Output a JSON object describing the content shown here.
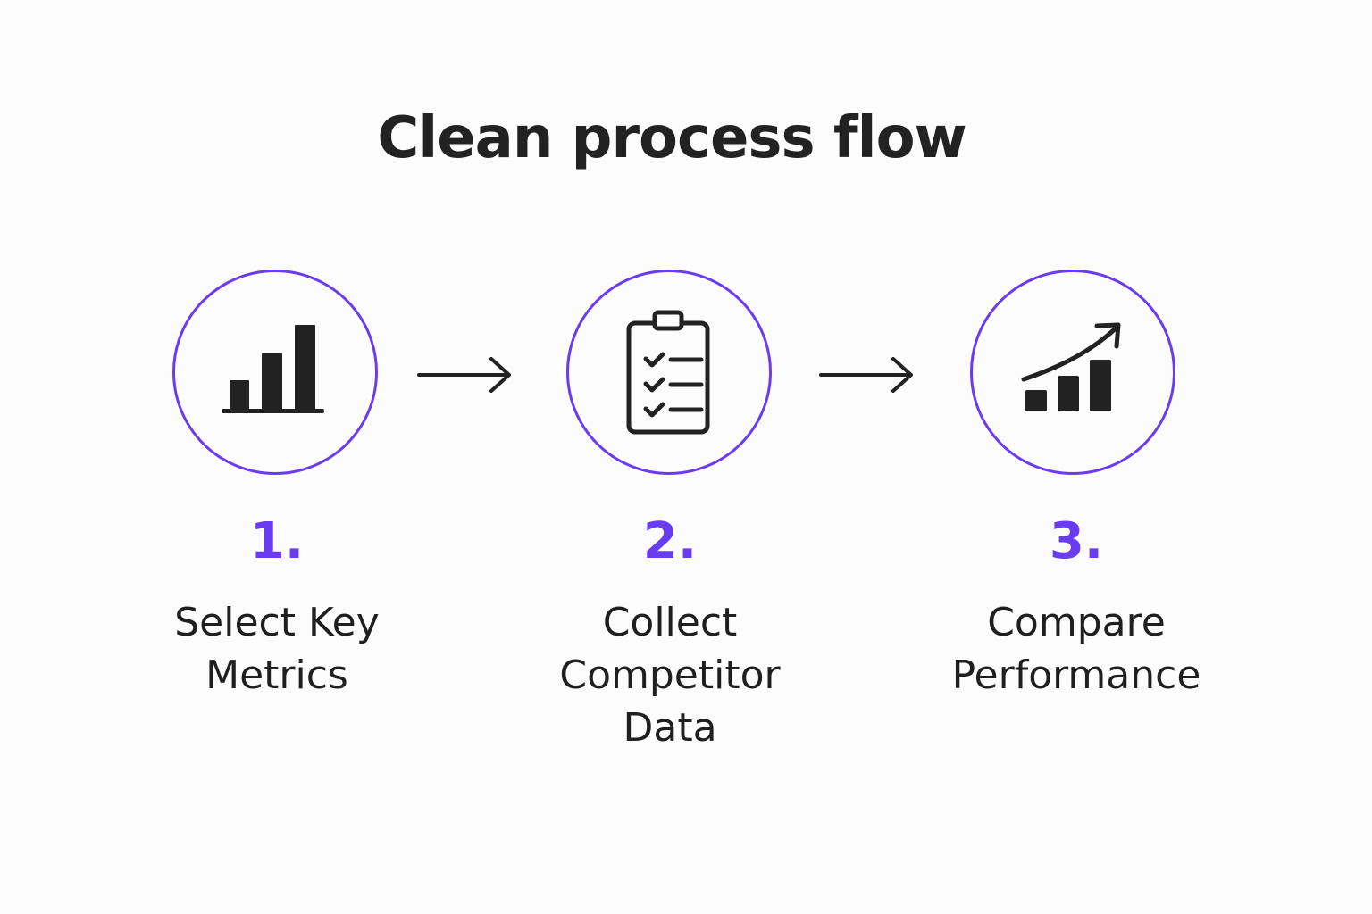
{
  "title": "Clean process flow",
  "colors": {
    "accent": "#6a3cf0",
    "text": "#222222",
    "background": "#fcfcfc"
  },
  "steps": [
    {
      "number": "1.",
      "label": "Select Key\nMetrics",
      "icon": "bar-chart-icon"
    },
    {
      "number": "2.",
      "label": "Collect\nCompetitor\nData",
      "icon": "clipboard-checklist-icon"
    },
    {
      "number": "3.",
      "label": "Compare\nPerformance",
      "icon": "growth-chart-icon"
    }
  ],
  "connectors": [
    "arrow-right-icon",
    "arrow-right-icon"
  ]
}
